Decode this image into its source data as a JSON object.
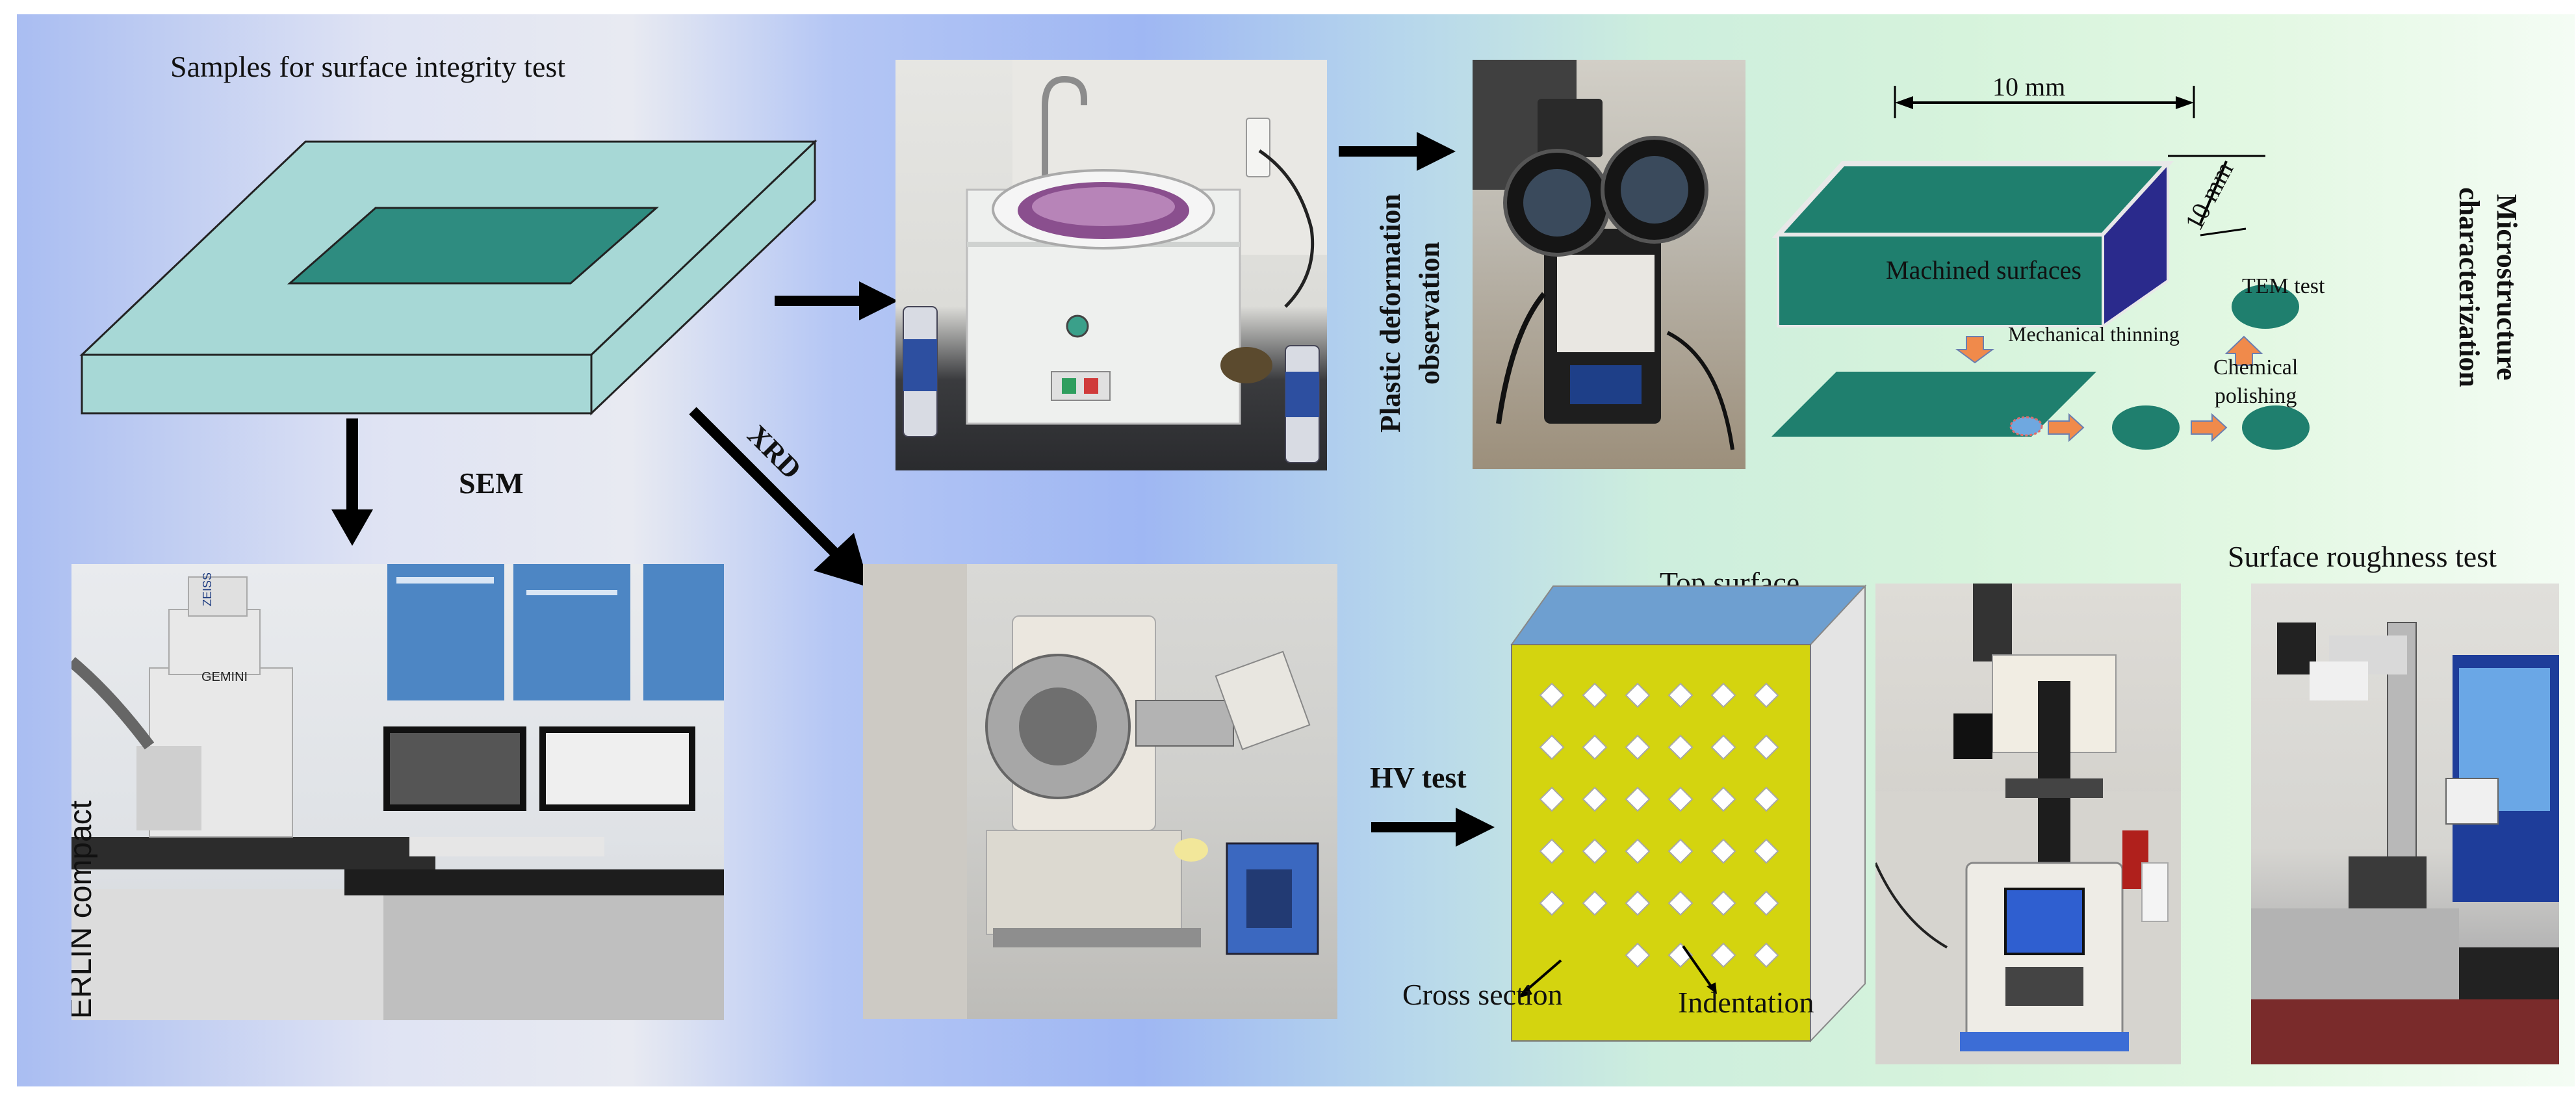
{
  "labels": {
    "samples_title": "Samples for surface integrity test",
    "sem": "SEM",
    "xrd": "XRD",
    "plastic_line1": "Plastic deformation",
    "plastic_line2": "observation",
    "dim_width": "10 mm",
    "dim_depth": "10 mm",
    "machined_surfaces": "Machined surfaces",
    "mechanical_thinning": "Mechanical thinning",
    "tem_test": "TEM test",
    "chemical_polishing_line1": "Chemical",
    "chemical_polishing_line2": "polishing",
    "microstructure_line1": "Microstructure",
    "microstructure_line2": "characterization",
    "hv_test": "HV test",
    "top_surface": "Top surface",
    "cross_section": "Cross section",
    "indentation": "Indentation",
    "surface_roughness_test": "Surface roughness test",
    "sem_logo": "ZEISS",
    "sem_model": "GEMINI",
    "sem_cabinet_text": "ERLIN compact"
  },
  "colors": {
    "plate_face": "#a7d8d6",
    "plate_inset": "#2e8c80",
    "dark_teal": "#1f7f6e",
    "navy_side": "#2a2a8c",
    "hv_face": "#d4d40f",
    "hv_top": "#6e9fd0",
    "hv_side": "#e4e4e4",
    "orange_arrow": "#f08a4b"
  },
  "icons": [
    "right-arrow-icon",
    "down-arrow-icon",
    "diagonal-arrow-icon",
    "orange-arrow-icon"
  ]
}
